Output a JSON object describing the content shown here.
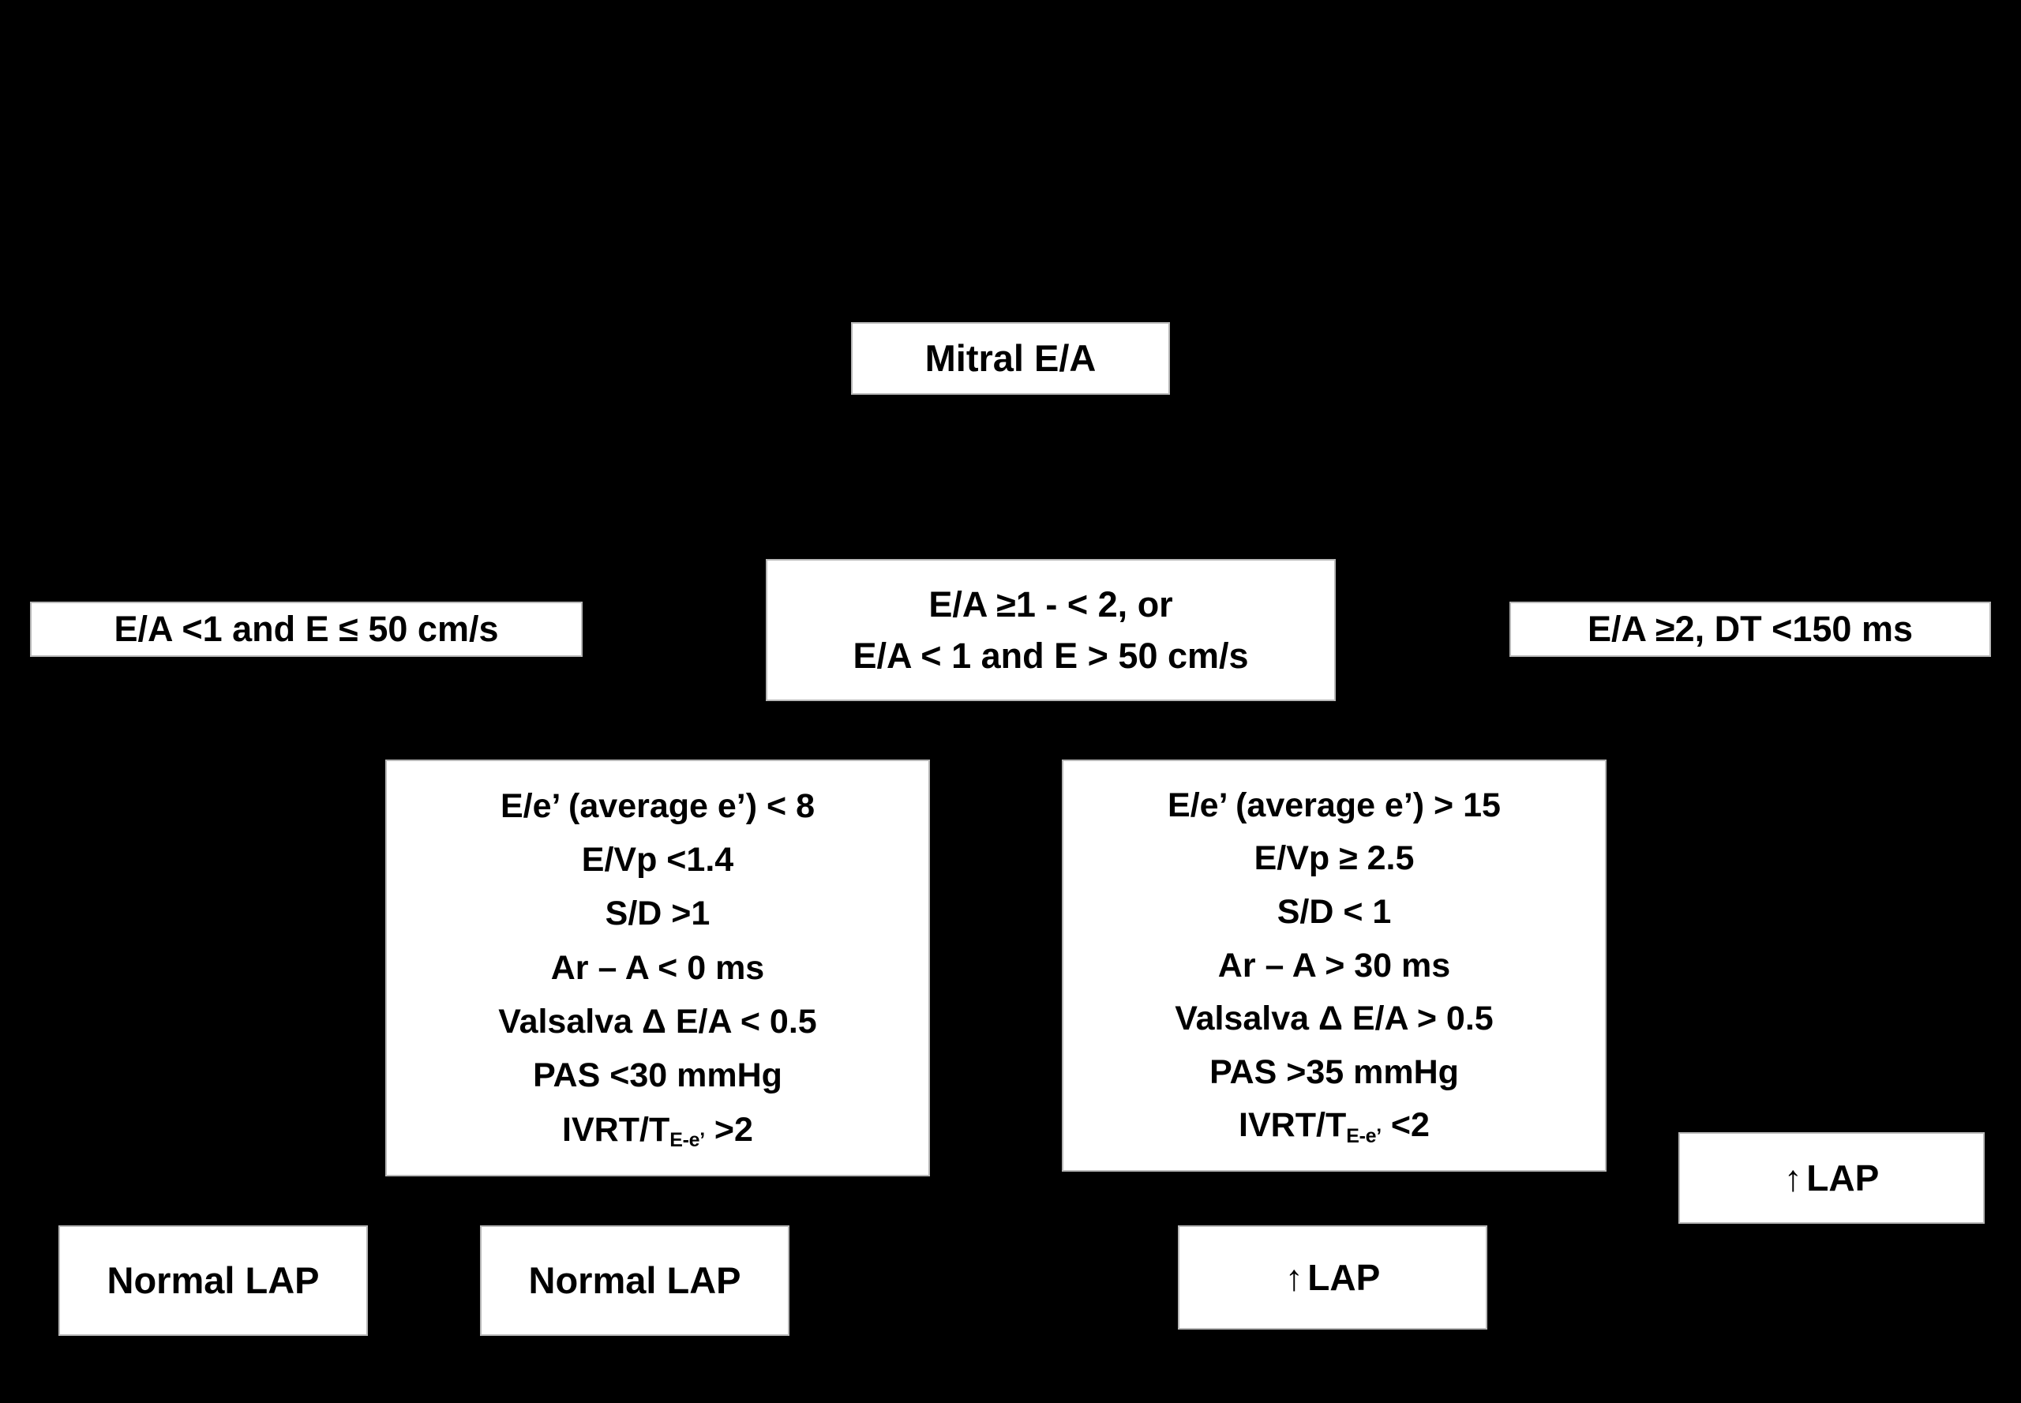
{
  "diagram": {
    "title_node": {
      "label": "Mitral E/A"
    },
    "background_color": "#000000",
    "node_color": "#ffffff",
    "text_color": "#000000",
    "conditions": {
      "left": "E/A <1 and E ≤ 50 cm/s",
      "center_line1": "E/A ≥1 - < 2, or",
      "center_line2": "E/A < 1 and E > 50 cm/s",
      "right": "E/A ≥2, DT <150 ms"
    },
    "criteria_normal": {
      "line1": "E/e’ (average e’) < 8",
      "line2": "E/Vp <1.4",
      "line3": "S/D >1",
      "line4": "Ar – A < 0 ms",
      "line5": "Valsalva Δ E/A < 0.5",
      "line6": "PAS <30 mmHg",
      "line7_prefix": "IVRT/T",
      "line7_sub": "E-e’",
      "line7_suffix": " >2"
    },
    "criteria_elevated": {
      "line1": "E/e’ (average e’) > 15",
      "line2": "E/Vp ≥ 2.5",
      "line3": "S/D < 1",
      "line4": "Ar – A > 30 ms",
      "line5": "Valsalva Δ E/A > 0.5",
      "line6": "PAS >35 mmHg",
      "line7_prefix": "IVRT/T",
      "line7_sub": "E-e’",
      "line7_suffix": "  <2"
    },
    "outcomes": {
      "normal_lap_1": "Normal LAP",
      "normal_lap_2": "Normal LAP",
      "elevated_lap_mid_arrow": "↑",
      "elevated_lap_mid_label": "LAP",
      "elevated_lap_right_arrow": "↑",
      "elevated_lap_right_label": "LAP"
    }
  }
}
